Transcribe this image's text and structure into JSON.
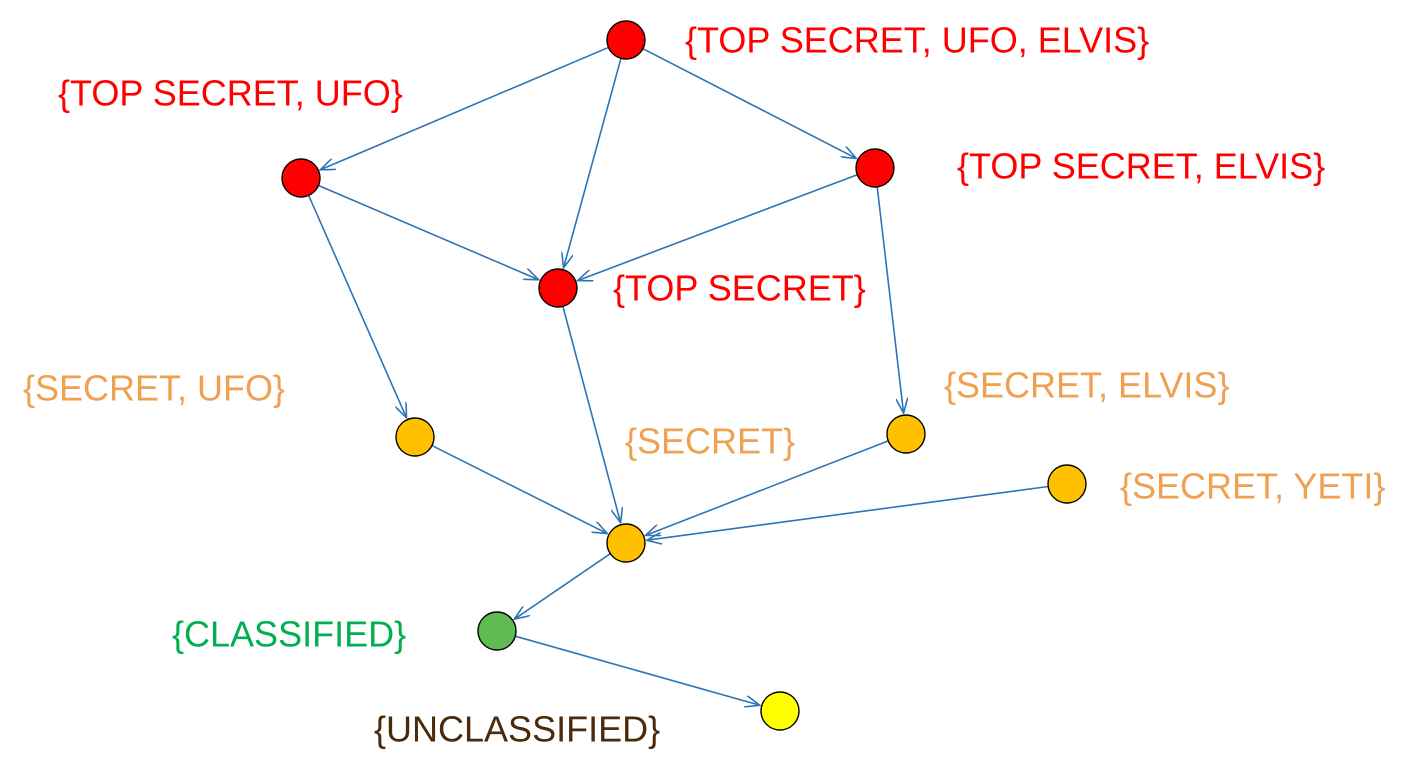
{
  "colors": {
    "edge": "#2E75B6",
    "top_secret": "#FF0000",
    "secret": "#FFC000",
    "classified": "#5DBB4F",
    "unclassified": "#FFFF00",
    "label_top_secret": "#FF0000",
    "label_secret": "#F0A050",
    "label_classified": "#00B050",
    "label_unclassified": "#4A2A0A"
  },
  "nodes": [
    {
      "id": "ts_ufo_elvis",
      "label": "{TOP SECRET, UFO, ELVIS}",
      "level": "top_secret"
    },
    {
      "id": "ts_ufo",
      "label": "{TOP SECRET, UFO}",
      "level": "top_secret"
    },
    {
      "id": "ts_elvis",
      "label": "{TOP SECRET, ELVIS}",
      "level": "top_secret"
    },
    {
      "id": "ts",
      "label": "{TOP SECRET}",
      "level": "top_secret"
    },
    {
      "id": "s_ufo",
      "label": "{SECRET, UFO}",
      "level": "secret"
    },
    {
      "id": "s_elvis",
      "label": "{SECRET, ELVIS}",
      "level": "secret"
    },
    {
      "id": "s",
      "label": "{SECRET}",
      "level": "secret"
    },
    {
      "id": "s_yeti",
      "label": "{SECRET, YETI}",
      "level": "secret"
    },
    {
      "id": "classified",
      "label": "{CLASSIFIED}",
      "level": "classified"
    },
    {
      "id": "unclassified",
      "label": "{UNCLASSIFIED}",
      "level": "unclassified"
    }
  ],
  "edges": [
    {
      "from": "ts_ufo_elvis",
      "to": "ts_ufo"
    },
    {
      "from": "ts_ufo_elvis",
      "to": "ts_elvis"
    },
    {
      "from": "ts_ufo_elvis",
      "to": "ts"
    },
    {
      "from": "ts_ufo",
      "to": "ts"
    },
    {
      "from": "ts_elvis",
      "to": "ts"
    },
    {
      "from": "ts_ufo",
      "to": "s_ufo"
    },
    {
      "from": "ts_elvis",
      "to": "s_elvis"
    },
    {
      "from": "ts",
      "to": "s"
    },
    {
      "from": "s_ufo",
      "to": "s"
    },
    {
      "from": "s_elvis",
      "to": "s"
    },
    {
      "from": "s_yeti",
      "to": "s"
    },
    {
      "from": "s",
      "to": "classified"
    },
    {
      "from": "classified",
      "to": "unclassified"
    }
  ]
}
